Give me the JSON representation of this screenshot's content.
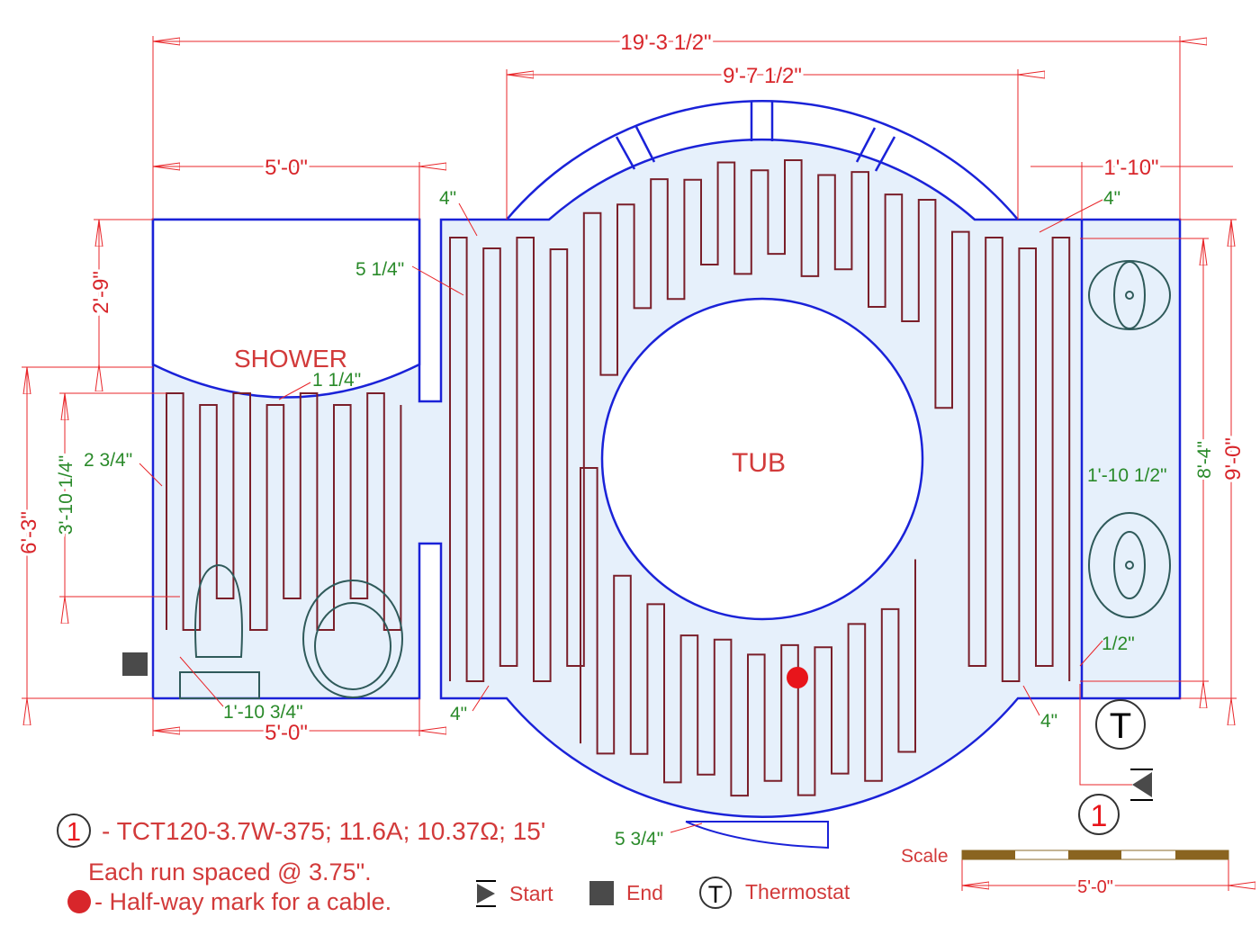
{
  "rooms": {
    "shower": "SHOWER",
    "tub": "TUB"
  },
  "dimensions": {
    "overall_width": "19'-3 1/2\"",
    "tub_width": "9'-7 1/2\"",
    "shower_width_top": "5'-0\"",
    "right_width": "1'-10\"",
    "shower_depth": "2'-9\"",
    "left_height": "6'-3\"",
    "shower_heated_height": "3'-10 1/4\"",
    "right_heated_height": "8'-4\"",
    "overall_height": "9'-0\"",
    "shower_width_bottom": "5'-0\""
  },
  "offsets": [
    "4\"",
    "5 1/4\"",
    "1 1/4\"",
    "2 3/4\"",
    "1'-10 3/4\"",
    "4\"",
    "5 3/4\"",
    "4\"",
    "1/2\"",
    "1'-10 1/2\"",
    "4\""
  ],
  "legend": {
    "cable_number": "1",
    "cable_spec": "- TCT120-3.7W-375; 11.6A; 10.37Ω; 15'",
    "spacing": "Each run spaced @ 3.75\".",
    "halfway": "- Half-way mark for a cable.",
    "start": "Start",
    "end": "End",
    "thermostat_symbol": "T",
    "thermostat": "Thermostat"
  },
  "scale": {
    "label": "Scale",
    "length": "5'-0\""
  },
  "markers": {
    "thermostat_symbol": "T",
    "cable_number": "1"
  },
  "colors": {
    "wall": "#1a22d8",
    "floor": "#e6f0fb",
    "cable": "#7a1f2a",
    "dimension": "#e8262a",
    "offset": "#2a8a2a",
    "halfway": "#e8151b"
  }
}
